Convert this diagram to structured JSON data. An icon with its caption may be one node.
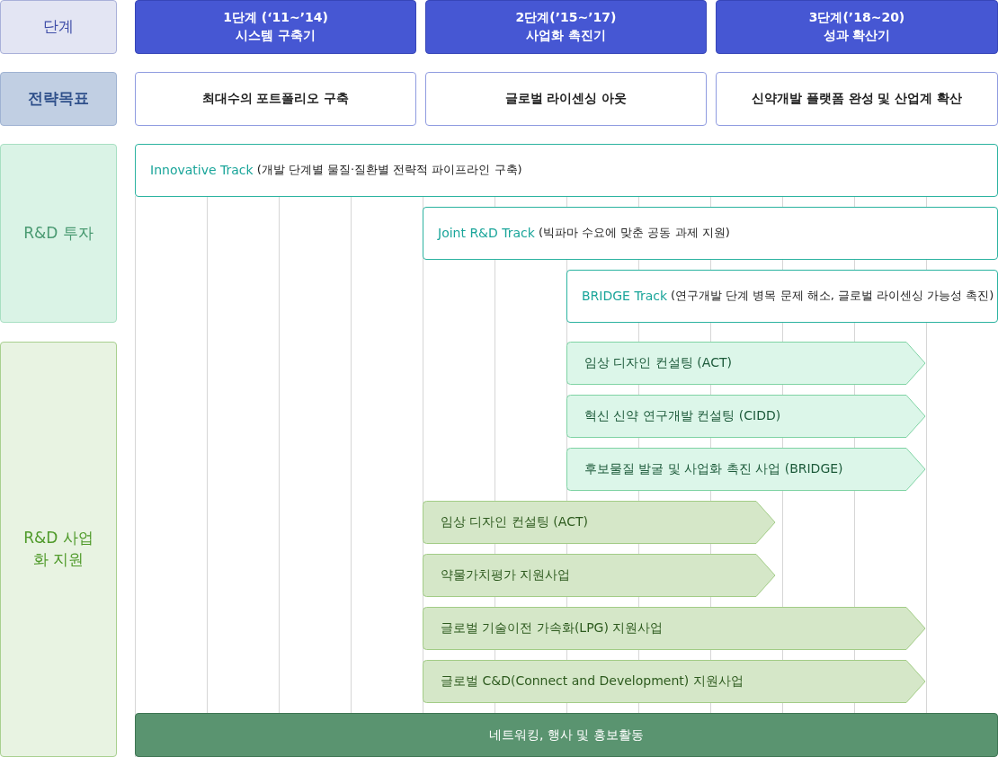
{
  "diagram": {
    "nodes": [
      {
        "text": [
          "단계"
        ]
      },
      {
        "text": [
          "1단계 (‘11~’14)",
          "시스템 구축기"
        ]
      },
      {
        "text": [
          "2단계(’15~’17)",
          "사업화 촉진기"
        ]
      },
      {
        "text": [
          "3단계(’18~20)",
          "성과 확산기"
        ]
      },
      {
        "text": [
          "전략목표"
        ]
      },
      {
        "text": [
          "최대수의 포트폴리오 구축"
        ]
      },
      {
        "text": [
          "글로벌 라이센싱 아웃"
        ]
      },
      {
        "text": [
          "신약개발 플랫폼 완성 및 산업계 확산"
        ]
      },
      {
        "text": [
          "R&D 투자"
        ]
      },
      {
        "text": [
          "Innovative Track",
          "(개발 단계별 물질·질환별 전략적 파이프라인 구축)"
        ]
      },
      {
        "text": [
          "Joint R&D Track",
          "(빅파마 수요에 맞춘 공동 과제 지원)"
        ]
      },
      {
        "text": [
          "BRIDGE Track",
          "(연구개발 단계 병목 문제 해소, 글로벌 라이센싱 가능성 촉진)"
        ]
      },
      {
        "text": [
          "R&D 사업화 지원"
        ]
      },
      {
        "text": [
          "임상 디자인 컨설팅 (ACT)"
        ]
      },
      {
        "text": [
          "혁신 신약 연구개발 컨설팅 (CIDD)"
        ]
      },
      {
        "text": [
          "후보물질 발굴 및 사업화 촉진 사업 (BRIDGE)"
        ]
      },
      {
        "text": [
          "임상 디자인 컨설팅 (ACT)"
        ]
      },
      {
        "text": [
          "약물가치평가 지원사업"
        ]
      },
      {
        "text": [
          "글로벌 기술이전 가속화(LPG) 지원사업"
        ]
      },
      {
        "text": [
          "글로벌 C&D(Connect and Development) 지원사업"
        ]
      },
      {
        "text": [
          "네트워킹, 행사 및 홍보활동"
        ]
      }
    ]
  }
}
